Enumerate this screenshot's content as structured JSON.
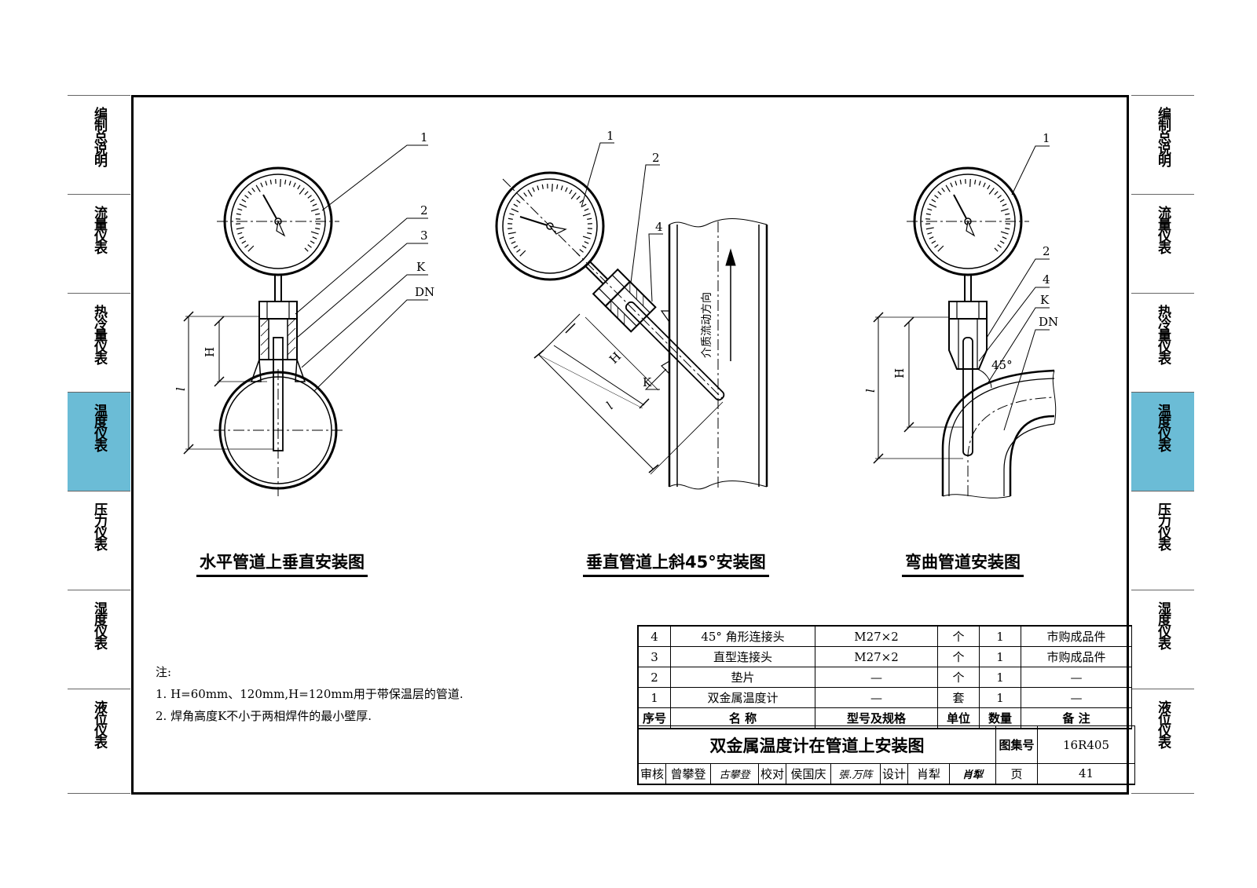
{
  "side_tabs": [
    {
      "label": "编制总说明",
      "active": false
    },
    {
      "label": "流量仪表",
      "active": false
    },
    {
      "label": "热冷量仪表",
      "active": false
    },
    {
      "label": "温度仪表",
      "active": true
    },
    {
      "label": "压力仪表",
      "active": false
    },
    {
      "label": "湿度仪表",
      "active": false
    },
    {
      "label": "液位仪表",
      "active": false
    }
  ],
  "active_color": "#6bbcd6",
  "drawings": {
    "horizontal": {
      "title": "水平管道上垂直安装图",
      "callouts": [
        "1",
        "2",
        "3",
        "K",
        "DN"
      ],
      "dims": [
        "H",
        "l"
      ]
    },
    "vertical": {
      "title": "垂直管道上斜45°安装图",
      "callouts": [
        "1",
        "2",
        "4",
        "K"
      ],
      "dims": [
        "H",
        "l"
      ],
      "flow_label": "介质流动方向"
    },
    "elbow": {
      "title": "弯曲管道安装图",
      "callouts": [
        "1",
        "2",
        "4",
        "K",
        "DN"
      ],
      "dims": [
        "H",
        "l"
      ],
      "angle": "45°"
    }
  },
  "notes": {
    "heading": "注:",
    "items": [
      "1. H=60mm、120mm,H=120mm用于带保温层的管道.",
      "2. 焊角高度K不小于两相焊件的最小壁厚."
    ]
  },
  "bom": {
    "rows": [
      {
        "no": "4",
        "name": "45° 角形连接头",
        "spec": "M27×2",
        "unit": "个",
        "qty": "1",
        "remark": "市购成品件"
      },
      {
        "no": "3",
        "name": "直型连接头",
        "spec": "M27×2",
        "unit": "个",
        "qty": "1",
        "remark": "市购成品件"
      },
      {
        "no": "2",
        "name": "垫片",
        "spec": "—",
        "unit": "个",
        "qty": "1",
        "remark": "—"
      },
      {
        "no": "1",
        "name": "双金属温度计",
        "spec": "—",
        "unit": "套",
        "qty": "1",
        "remark": "—"
      }
    ],
    "header": {
      "no": "序号",
      "name": "名  称",
      "spec": "型号及规格",
      "unit": "单位",
      "qty": "数量",
      "remark": "备  注"
    }
  },
  "title_block": {
    "title": "双金属温度计在管道上安装图",
    "atlas_label": "图集号",
    "atlas_no": "16R405",
    "review_label": "审核",
    "reviewer": "曾攀登",
    "reviewer_sig": "古攀登",
    "check_label": "校对",
    "checker": "侯国庆",
    "checker_sig": "張.万阵",
    "design_label": "设计",
    "designer": "肖犁",
    "designer_sig": "肖犁",
    "page_label": "页",
    "page_no": "41"
  }
}
